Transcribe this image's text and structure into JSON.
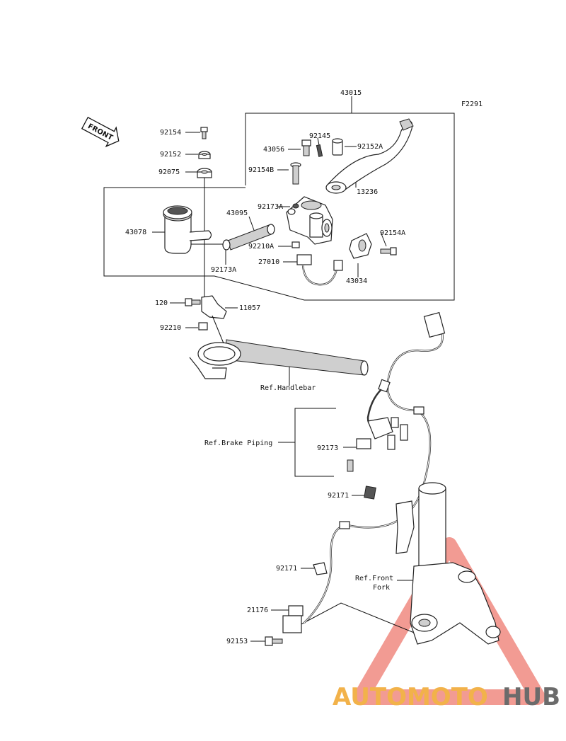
{
  "figure_code": "F2291",
  "front_label": "FRONT",
  "labels": {
    "p43015": "43015",
    "p92145": "92145",
    "p43056": "43056",
    "p92152A": "92152A",
    "p92154": "92154",
    "p92152": "92152",
    "p92075": "92075",
    "p92154B": "92154B",
    "p13236": "13236",
    "p92173A_top": "92173A",
    "p43095": "43095",
    "p43078": "43078",
    "p92154A": "92154A",
    "p92210A": "92210A",
    "p27010": "27010",
    "p92173A_bottom": "92173A",
    "p43034": "43034",
    "p120": "120",
    "p11057": "11057",
    "p92210": "92210",
    "ref_handlebar": "Ref.Handlebar",
    "ref_brake_piping": "Ref.Brake Piping",
    "p92173": "92173",
    "p92171_a": "92171",
    "p92171_b": "92171",
    "ref_front_fork_1": "Ref.Front",
    "ref_front_fork_2": "Fork",
    "p21176": "21176",
    "p92153": "92153"
  },
  "watermark": {
    "part1": "AUTOMOTO",
    "part2": "HUB",
    "color_orange": "#f2b24a",
    "color_red": "#e4463e",
    "color_gray": "#6b6b6b"
  }
}
